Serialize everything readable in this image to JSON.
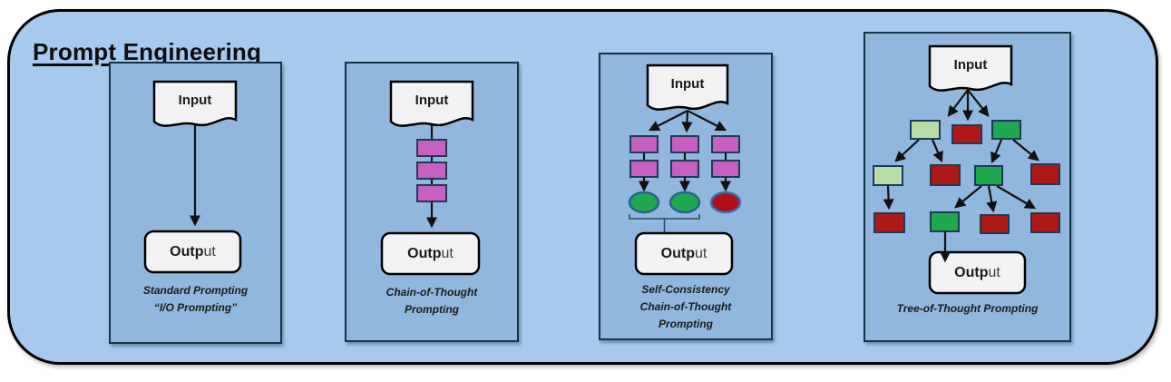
{
  "title": "Prompt Engineering",
  "labels": {
    "input": "Input",
    "output_bold": "Outp",
    "output_rest": "ut"
  },
  "colors": {
    "outer_bg": "#a6c9ed",
    "panel_bg": "#92b7df",
    "panel_border": "#14344a",
    "shape_fill": "#f2f2f2",
    "shape_border": "#000000",
    "pink": "#c75fc3",
    "green": "#1fa84d",
    "light_green": "#b9dca6",
    "red": "#ae1917",
    "red_ellipse": "#b00f14",
    "ellipse_ring_green": "#26648e",
    "ellipse_ring_red": "#2e75b6",
    "arrow": "#111111"
  },
  "panels": [
    {
      "name": "standard-prompting",
      "caption": [
        "Standard Prompting",
        "“I/O Prompting”"
      ]
    },
    {
      "name": "chain-of-thought",
      "caption": [
        "Chain-of-Thought",
        "Prompting"
      ]
    },
    {
      "name": "self-consistency-cot",
      "caption": [
        "Self-Consistency",
        "Chain-of-Thought",
        "Prompting"
      ]
    },
    {
      "name": "tree-of-thought",
      "caption": [
        "Tree-of-Thought Prompting"
      ]
    }
  ]
}
